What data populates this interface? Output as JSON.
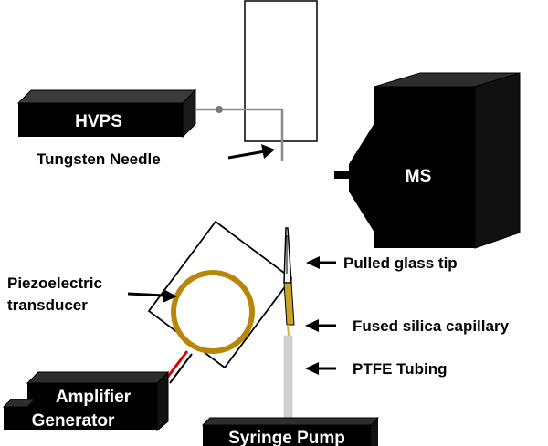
{
  "diagram": {
    "title": "",
    "components": {
      "hvps": "HVPS",
      "ms": "MS",
      "amplifier_generator": [
        "Amplifier",
        "Generator"
      ],
      "syringe_pump": "Syringe Pump"
    },
    "labels": {
      "tungsten_needle": "Tungsten Needle",
      "piezoelectric_transducer": [
        "Piezoelectric",
        "transducer"
      ],
      "pulled_glass_tip": "Pulled glass tip",
      "fused_silica_capillary": "Fused silica capillary",
      "ptfe_tubing": "PTFE Tubing"
    },
    "colors": {
      "block": "#000000",
      "block_text": "#ffffff",
      "wire": "#8c8c8c",
      "transducer_ring": "#b8860b",
      "capillary": "#c9a227",
      "ptfe_tubing": "#d0d0d0",
      "lead_wire": "#e00000"
    }
  }
}
